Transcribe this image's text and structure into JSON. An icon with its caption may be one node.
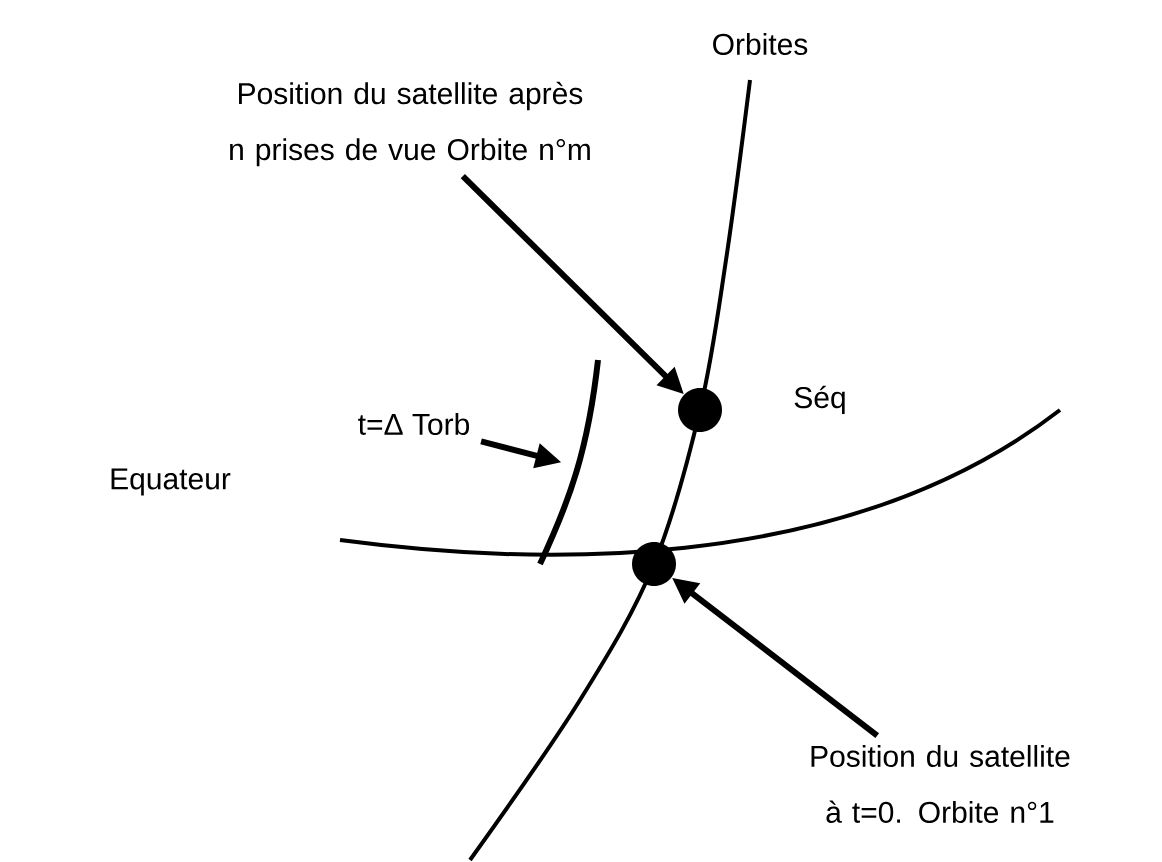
{
  "diagram": {
    "nodes": [
      {
        "text": [
          "Position du satellite après n prises de vue Orbite n°m"
        ]
      },
      {
        "text": [],
        "shape": "circle"
      },
      {
        "text": [
          "t=Δ Torb"
        ]
      },
      {
        "text": [],
        "shape": "arc"
      },
      {
        "text": [],
        "shape": "circle"
      },
      {
        "text": [
          "Position du satellite à t=0. Orbite n°1"
        ]
      }
    ],
    "edges": [
      {
        "from": 0,
        "to": 1,
        "arrow": "to"
      },
      {
        "from": 2,
        "to": 3,
        "arrow": "to"
      },
      {
        "from": 5,
        "to": 4,
        "arrow": "to"
      }
    ],
    "labels": [
      "Orbites",
      "Séq",
      "Equateur"
    ]
  }
}
